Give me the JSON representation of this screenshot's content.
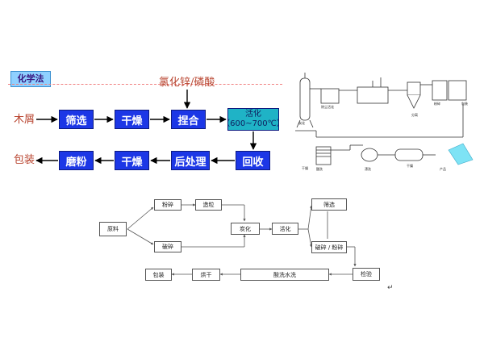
{
  "chemical_method": {
    "title": "化学法",
    "reagent": "氯化锌/磷酸",
    "raw_material": "木屑",
    "product": "包装",
    "steps_top": [
      "筛选",
      "干燥",
      "捏合"
    ],
    "activation_label": "活化",
    "activation_temp": "（600~700℃）",
    "steps_bottom": [
      "磨粉",
      "干燥",
      "后处理",
      "回收"
    ]
  },
  "equipment": {
    "labels": [
      "炭化",
      "除尘活化",
      "分离",
      "粉碎",
      "包装",
      "干燥",
      "酸洗",
      "漂洗",
      "干燥",
      "产品"
    ]
  },
  "lower_flow": {
    "nodes": {
      "raw": "原料",
      "crush_top": "粉碎",
      "granulate": "造粒",
      "crush_bottom": "破碎",
      "carbonize": "炭化",
      "activate": "活化",
      "screen": "筛选",
      "grind": "破碎 / 粉碎",
      "pack": "包装",
      "dry": "烘干",
      "wash": "酸洗水洗",
      "check": "检验"
    },
    "return_mark": "↵"
  }
}
